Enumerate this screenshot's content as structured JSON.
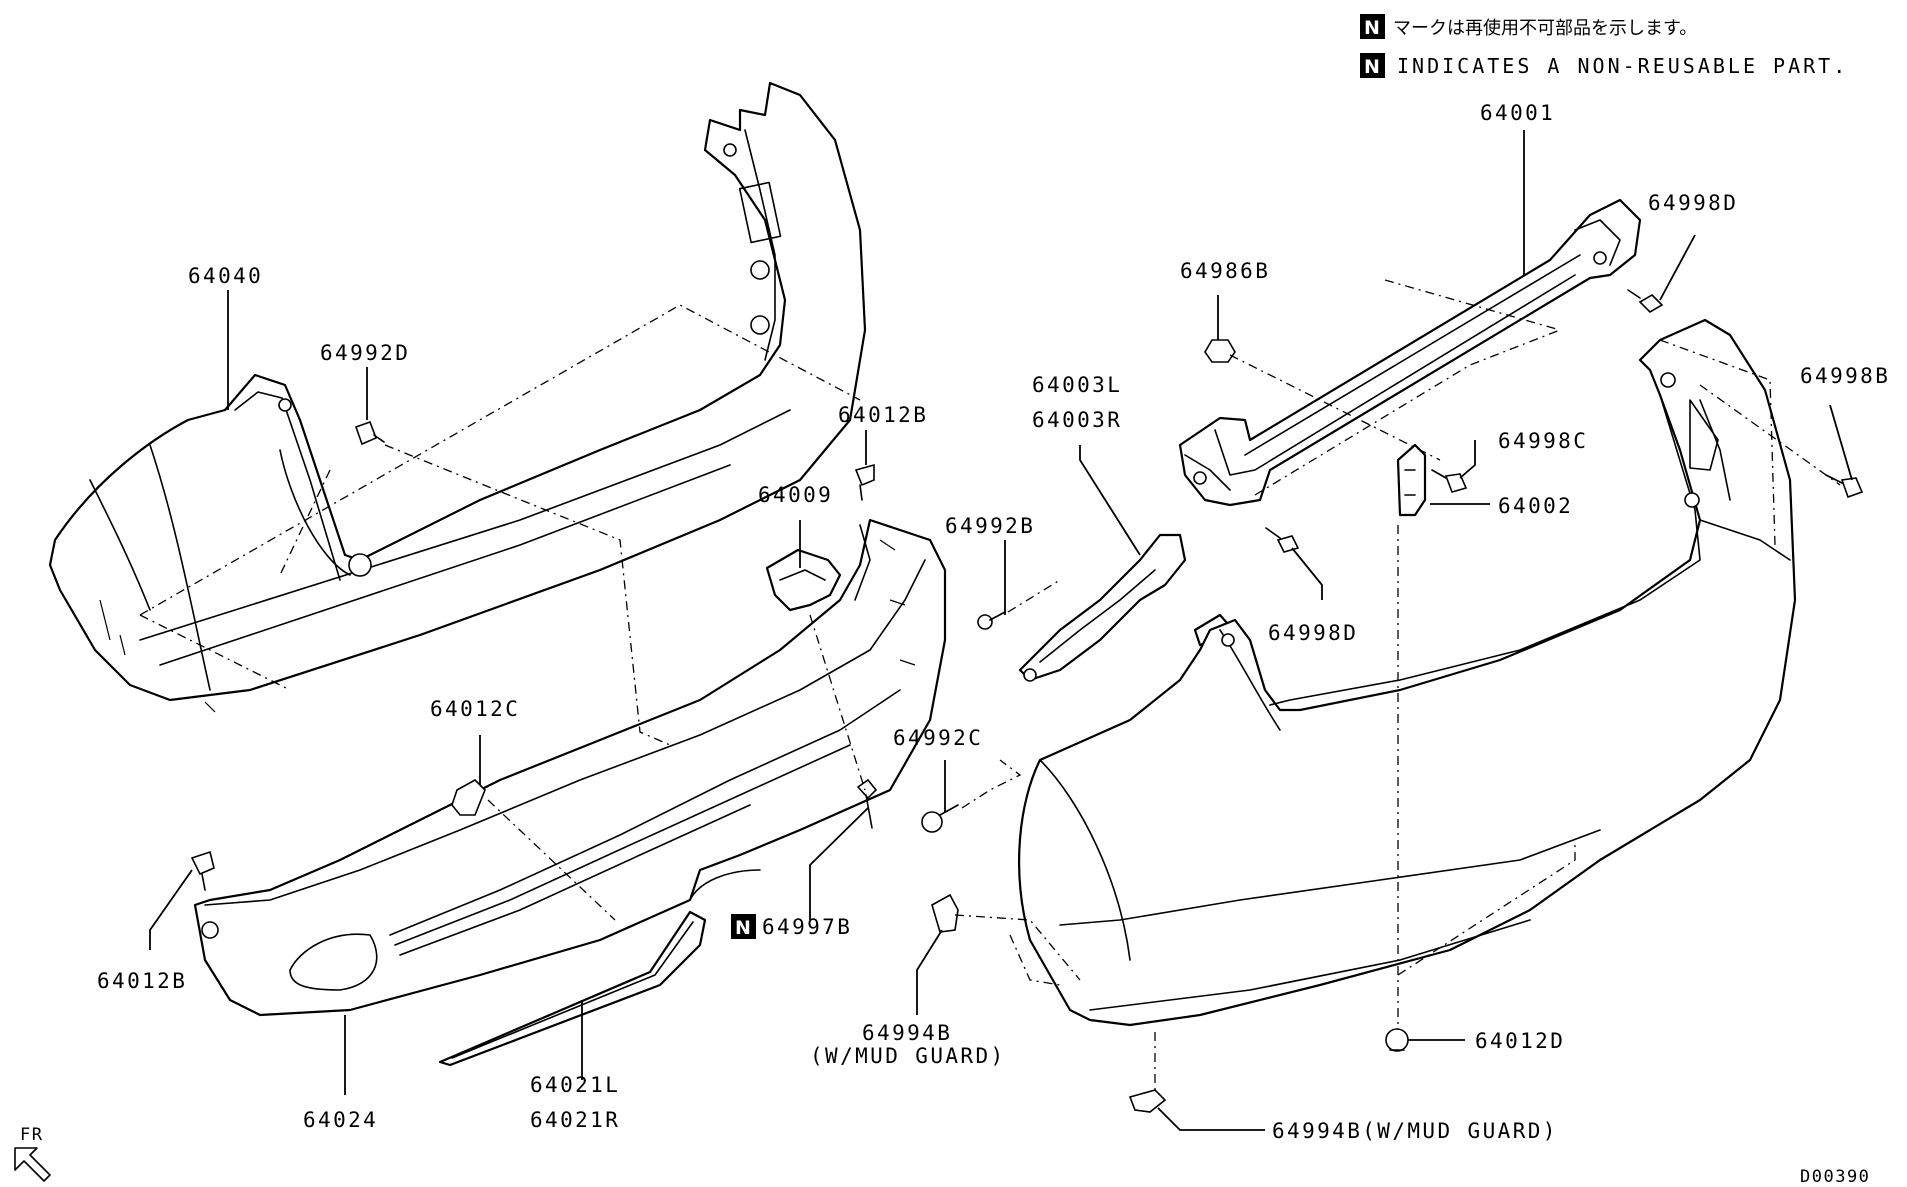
{
  "legend": {
    "symbol": "N",
    "note_ja": "マークは再使用不可部品を示します。",
    "note_en": "INDICATES A NON-REUSABLE PART."
  },
  "labels": {
    "p64040": "64040",
    "p64992D": "64992D",
    "p64012B_top": "64012B",
    "p64009": "64009",
    "p64992B": "64992B",
    "p64003L": "64003L",
    "p64003R": "64003R",
    "p64986B": "64986B",
    "p64001": "64001",
    "p64998D_top": "64998D",
    "p64998B": "64998B",
    "p64998C": "64998C",
    "p64002": "64002",
    "p64998D_mid": "64998D",
    "p64012C": "64012C",
    "p64992C": "64992C",
    "p64012B_left": "64012B",
    "p64997B": "64997B",
    "p64994B": "64994B",
    "p64994B_note": "(W/MUD GUARD)",
    "p64024": "64024",
    "p64021L": "64021L",
    "p64021R": "64021R",
    "p64012D": "64012D",
    "p64994B_bottom": "64994B(W/MUD GUARD)"
  },
  "direction": {
    "label": "FR"
  },
  "code": "D00390"
}
